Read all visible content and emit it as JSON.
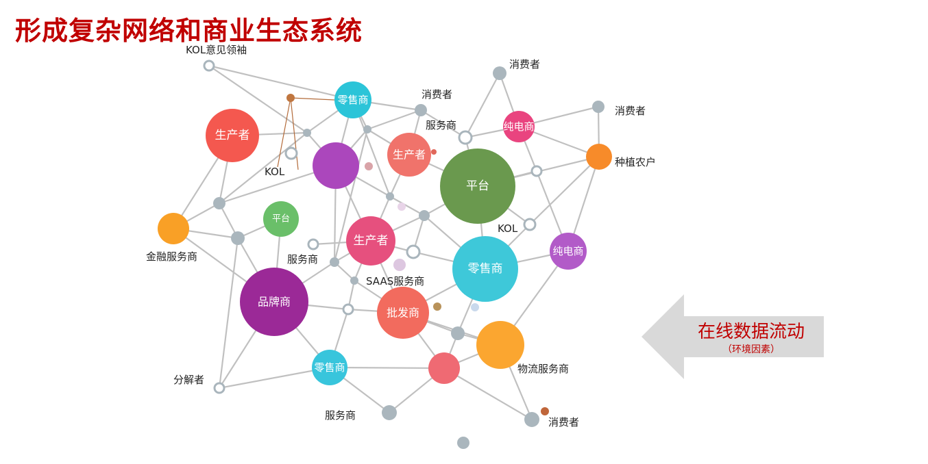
{
  "title": "形成复杂网络和商业生态系统",
  "flow_box": {
    "title": "在线数据流动",
    "subtitle": "（环境因素）",
    "color": "#c00000",
    "arrow_color": "#d9d9d9"
  },
  "colors": {
    "edge": "#c0c0c0",
    "hub": "#aab6bd",
    "ring_stroke": "#a9b5bc",
    "annotation_line": "#b36b3a"
  },
  "nodes": [
    {
      "id": "producer1",
      "label": "生产者",
      "color": "#f4584f"
    },
    {
      "id": "retail1",
      "label": "零售商",
      "color": "#2bc4d8"
    },
    {
      "id": "purple1",
      "label": "",
      "color": "#ab47bc"
    },
    {
      "id": "producer2",
      "label": "生产者",
      "color": "#f0736b"
    },
    {
      "id": "platform1",
      "label": "平台",
      "color": "#6a994e"
    },
    {
      "id": "pure_ecom1",
      "label": "纯电商",
      "color": "#e9447f"
    },
    {
      "id": "farmer",
      "label": "",
      "color": "#f78b2a"
    },
    {
      "id": "finance",
      "label": "",
      "color": "#f9a026"
    },
    {
      "id": "platform2",
      "label": "平台",
      "color": "#6abf69"
    },
    {
      "id": "producer3",
      "label": "生产者",
      "color": "#e6507e"
    },
    {
      "id": "retail2",
      "label": "零售商",
      "color": "#3ec8d9"
    },
    {
      "id": "pure_ecom2",
      "label": "纯电商",
      "color": "#b25bc8"
    },
    {
      "id": "brand",
      "label": "品牌商",
      "color": "#9b2997"
    },
    {
      "id": "wholesale",
      "label": "批发商",
      "color": "#f26b5e"
    },
    {
      "id": "logistics",
      "label": "",
      "color": "#fba630"
    },
    {
      "id": "retail3",
      "label": "零售商",
      "color": "#38c5dc"
    },
    {
      "id": "red_small",
      "label": "",
      "color": "#ef6a73"
    }
  ],
  "external_labels": [
    {
      "id": "kol_leader",
      "text": "KOL意见领袖"
    },
    {
      "id": "consumer_a",
      "text": "消费者"
    },
    {
      "id": "consumer_b",
      "text": "消费者"
    },
    {
      "id": "consumer_c",
      "text": "消费者"
    },
    {
      "id": "service_a",
      "text": "服务商"
    },
    {
      "id": "kol_a",
      "text": "KOL"
    },
    {
      "id": "farmer_label",
      "text": "种植农户"
    },
    {
      "id": "kol_b",
      "text": "KOL"
    },
    {
      "id": "finance_label",
      "text": "金融服务商"
    },
    {
      "id": "service_b",
      "text": "服务商"
    },
    {
      "id": "saas",
      "text": "SAAS服务商"
    },
    {
      "id": "logistics_label",
      "text": "物流服务商"
    },
    {
      "id": "decomposer",
      "text": "分解者"
    },
    {
      "id": "service_c",
      "text": "服务商"
    },
    {
      "id": "consumer_d",
      "text": "消费者"
    }
  ]
}
